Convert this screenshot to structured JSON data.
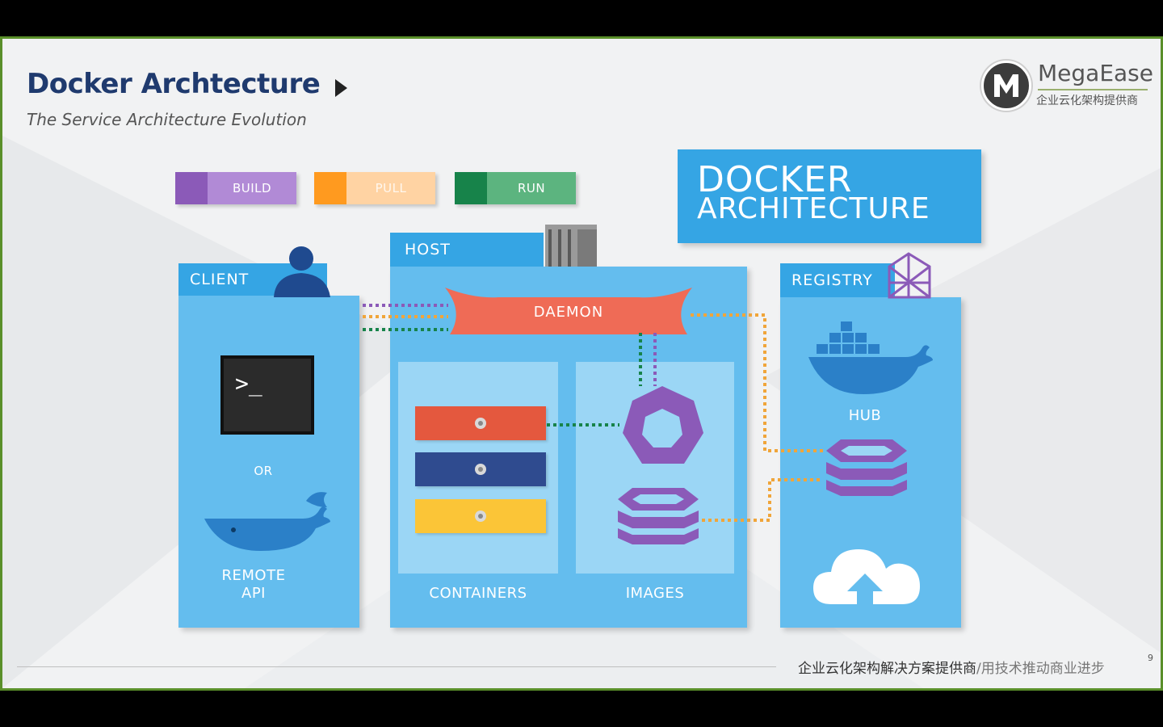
{
  "slide": {
    "title": "Docker Archtecture",
    "subtitle": "The Service  Architecture Evolution",
    "logo": {
      "name": "MegaEase",
      "tagline": "企业云化架构提供商"
    },
    "footer": {
      "main": "企业云化架构解决方案提供商",
      "tail": "/用技术推动商业进步"
    },
    "page_number": "9"
  },
  "diagram": {
    "heading_line1": "DOCKER",
    "heading_line2": "ARCHITECTURE",
    "legend": [
      {
        "label": "BUILD",
        "swatch": "#8b5ab8",
        "fill": "#b18ad6",
        "line": "#8b5ab8"
      },
      {
        "label": "PULL",
        "swatch": "#ff9a1f",
        "fill": "#ffd3a3",
        "line": "#f0a53a"
      },
      {
        "label": "RUN",
        "swatch": "#17834a",
        "fill": "#5cb47f",
        "line": "#17834a"
      }
    ],
    "client": {
      "header": "CLIENT",
      "terminal_prompt": ">_",
      "or_text": "OR",
      "remote_line1": "REMOTE",
      "remote_line2": "API"
    },
    "host": {
      "header": "HOST",
      "daemon": "DAEMON",
      "containers_label": "CONTAINERS",
      "images_label": "IMAGES",
      "container_colors": [
        "#e4583e",
        "#2f4b8f",
        "#fbc537"
      ]
    },
    "registry": {
      "header": "REGISTRY",
      "hub_label": "HUB"
    },
    "colors": {
      "panel": "#64bdee",
      "panel_header": "#35a5e4",
      "sub_panel": "#9bd6f5",
      "image_icon": "#8b5ab8",
      "daemon": "#ef6b56",
      "title": "#1f3a6e"
    }
  }
}
